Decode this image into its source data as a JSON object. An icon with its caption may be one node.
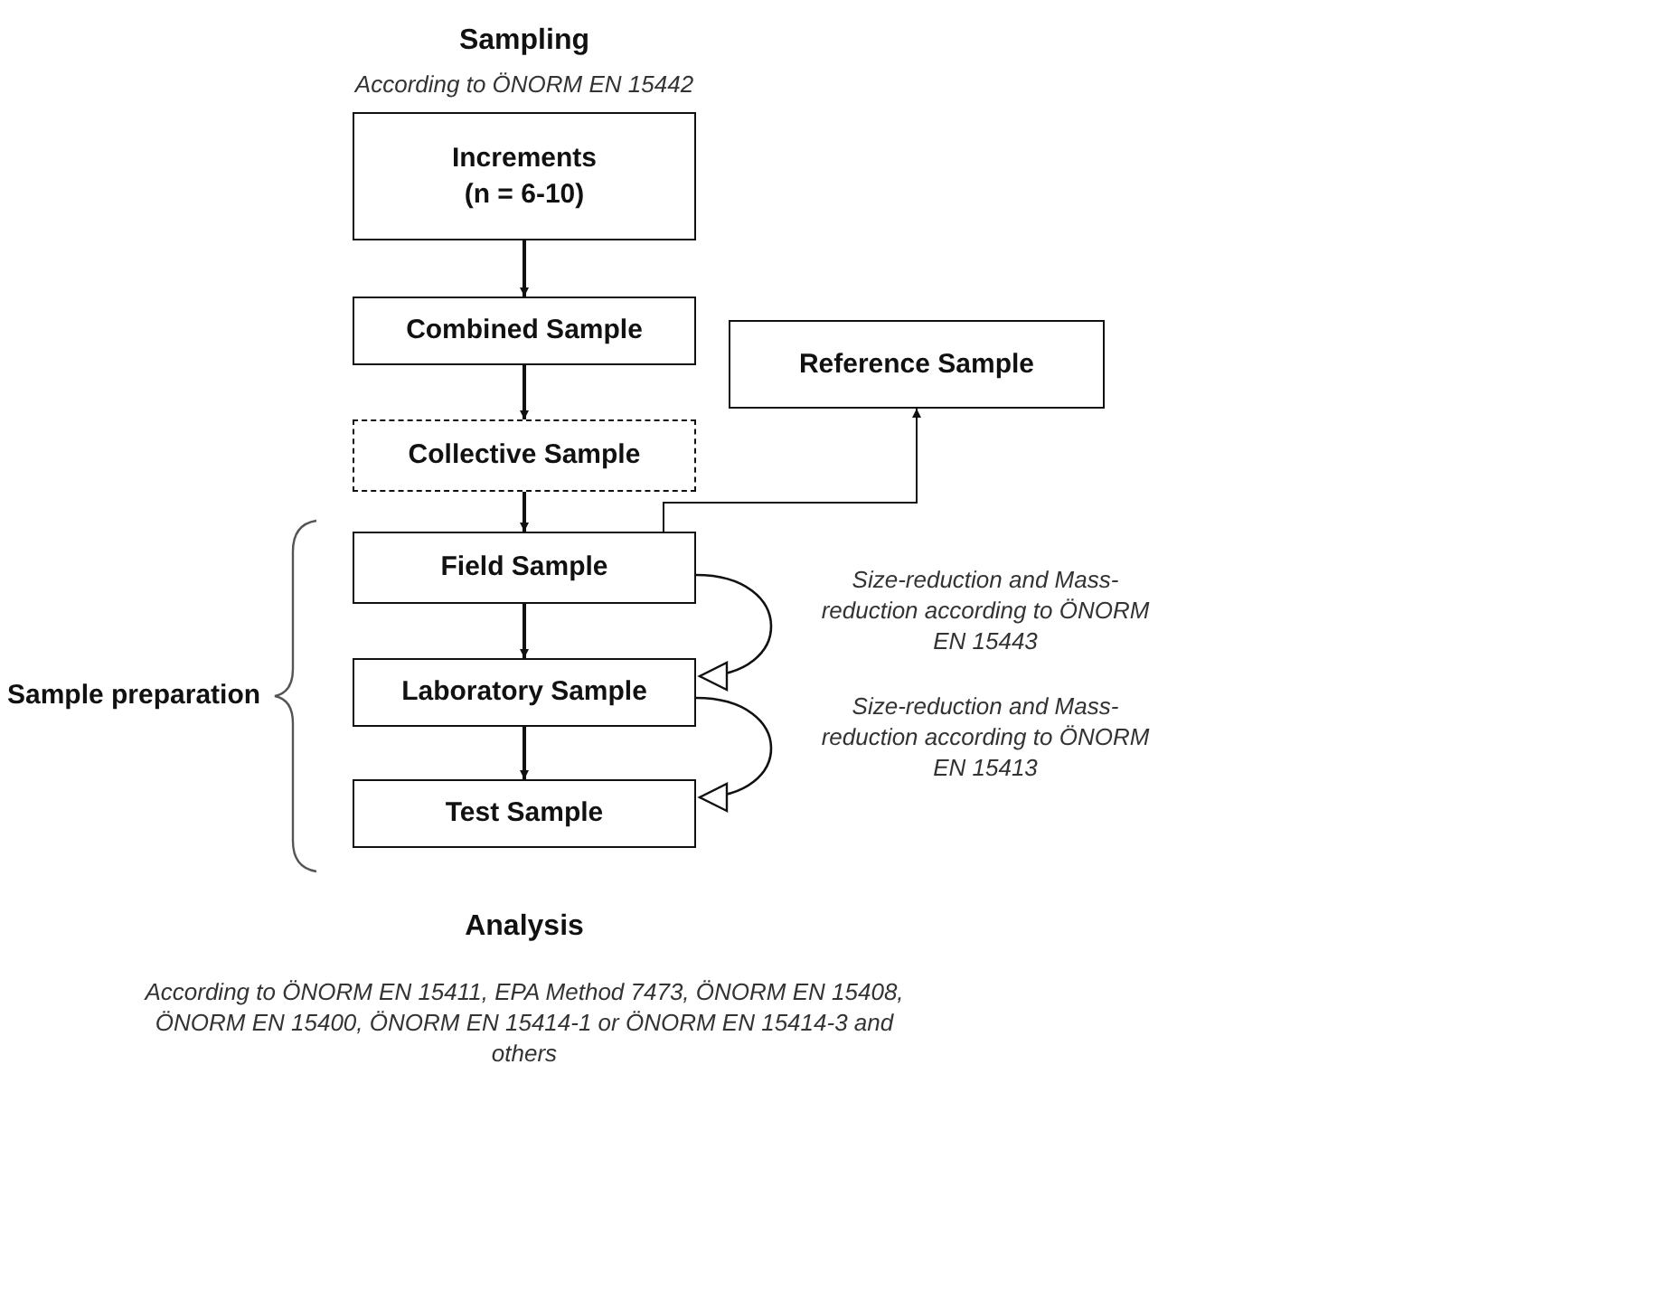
{
  "diagram": {
    "title": "Sampling",
    "nodes": [
      {
        "text": [
          "Increments (n = 6-10)"
        ]
      },
      {
        "text": [
          "Combined Sample"
        ]
      },
      {
        "text": [
          "Collective Sample"
        ]
      },
      {
        "text": [
          "Reference Sample"
        ]
      },
      {
        "text": [
          "Field Sample"
        ]
      },
      {
        "text": [
          "Laboratory Sample"
        ]
      },
      {
        "text": [
          "Test Sample"
        ]
      }
    ],
    "edges": [
      {
        "from": 0,
        "to": 1,
        "arrow": "to"
      },
      {
        "from": 1,
        "to": 2,
        "arrow": "to"
      },
      {
        "from": 2,
        "to": 4,
        "arrow": "to"
      },
      {
        "from": 4,
        "to": 3,
        "arrow": "to"
      },
      {
        "from": 4,
        "to": 5,
        "arrow": "to",
        "label": "Size-reduction and Mass-reduction according to ÖNORM EN 15443"
      },
      {
        "from": 4,
        "to": 5,
        "arrow": "to"
      },
      {
        "from": 5,
        "to": 6,
        "arrow": "to"
      },
      {
        "from": 5,
        "to": 6,
        "arrow": "to",
        "label": "Size-reduction and Mass-reduction according to ÖNORM EN 15413"
      }
    ],
    "labels": [
      "According to ÖNORM EN 15442",
      "Sample preparation",
      "Analysis",
      "According to ÖNORM EN 15411, EPA Method 7473, ÖNORM EN 15408, ÖNORM EN 15400, ÖNORM EN 15414-1 or ÖNORM EN 15414-3 and others"
    ]
  }
}
